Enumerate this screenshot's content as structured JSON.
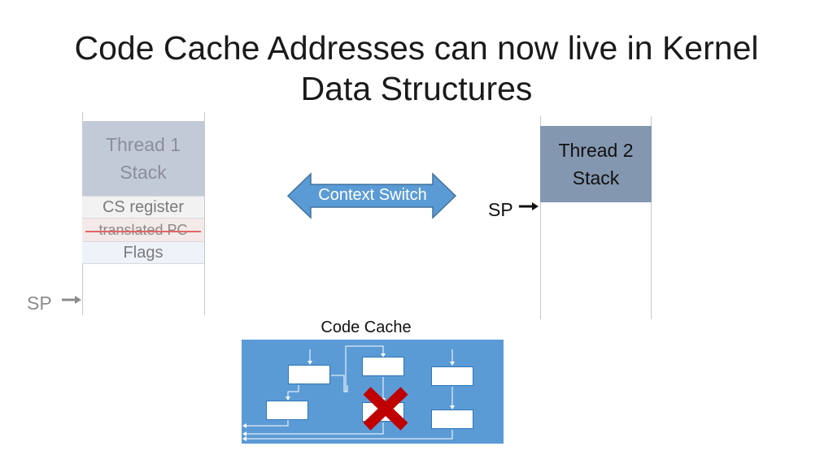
{
  "title": {
    "line1": "Code Cache Addresses can now live in Kernel",
    "line2": "Data Structures"
  },
  "thread1": {
    "stack_line1": "Thread 1",
    "stack_line2": "Stack",
    "entries": [
      "CS register",
      "translated PC",
      "Flags"
    ],
    "sp_label": "SP"
  },
  "thread2": {
    "stack_line1": "Thread 2",
    "stack_line2": "Stack",
    "sp_label": "SP"
  },
  "context_switch": "Context Switch",
  "code_cache": {
    "label": "Code Cache"
  },
  "colors": {
    "accent_blue": "#5b9bd5",
    "thread1_stack": "#c3cad7",
    "thread2_stack": "#8497b0",
    "cross_red": "#c00000"
  }
}
